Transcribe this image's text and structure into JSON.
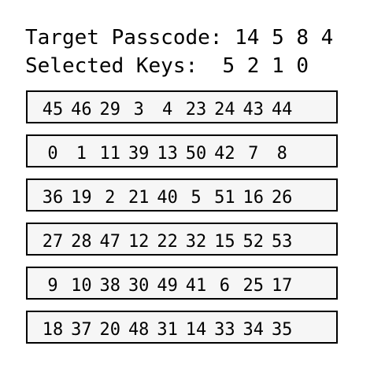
{
  "header": {
    "target_label": "Target Passcode:",
    "target_code": "14 5 8 4",
    "selected_label": "Selected Keys:",
    "selected_keys": "5 2 1 0"
  },
  "keypad": {
    "rows": [
      [
        "45",
        "46",
        "29",
        "3",
        "4",
        "23",
        "24",
        "43",
        "44"
      ],
      [
        "0",
        "1",
        "11",
        "39",
        "13",
        "50",
        "42",
        "7",
        "8"
      ],
      [
        "36",
        "19",
        "2",
        "21",
        "40",
        "5",
        "51",
        "16",
        "26"
      ],
      [
        "27",
        "28",
        "47",
        "12",
        "22",
        "32",
        "15",
        "52",
        "53"
      ],
      [
        "9",
        "10",
        "38",
        "30",
        "49",
        "41",
        "6",
        "25",
        "17"
      ],
      [
        "18",
        "37",
        "20",
        "48",
        "31",
        "14",
        "33",
        "34",
        "35"
      ]
    ]
  }
}
